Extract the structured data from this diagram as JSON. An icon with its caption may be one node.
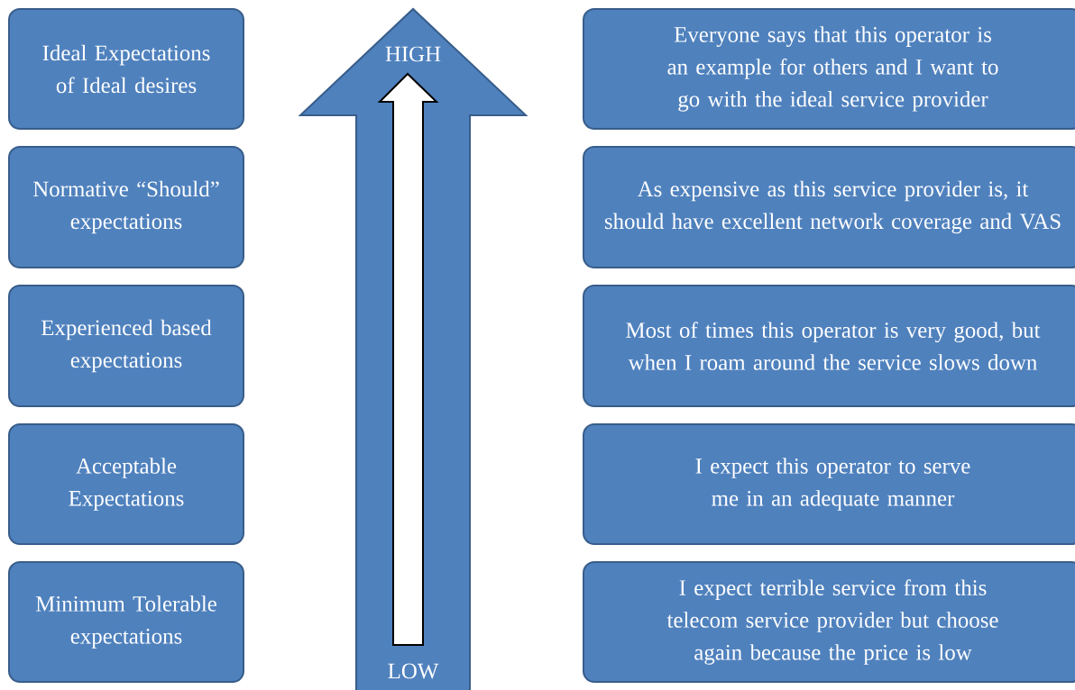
{
  "diagram": {
    "nodes": [
      {
        "text": [
          "Ideal Expectations of Ideal desires"
        ]
      },
      {
        "text": [
          "Normative “Should” expectations"
        ]
      },
      {
        "text": [
          "Experienced based expectations"
        ]
      },
      {
        "text": [
          "Acceptable Expectations"
        ]
      },
      {
        "text": [
          "Minimum Tolerable expectations"
        ]
      },
      {
        "text": [
          "HIGH",
          "LOW"
        ]
      },
      {
        "text": [
          "Everyone says that this operator is an example for others and I want to go with the ideal service provider"
        ]
      },
      {
        "text": [
          "As expensive as this service provider is, it should have excellent network coverage and VAS"
        ]
      },
      {
        "text": [
          "Most of times this operator is very good, but when I roam around the service slows down"
        ]
      },
      {
        "text": [
          "I expect this operator to serve me in an adequate manner"
        ]
      },
      {
        "text": [
          "I expect terrible service from this telecom service provider but choose again because the price is low"
        ]
      }
    ]
  }
}
